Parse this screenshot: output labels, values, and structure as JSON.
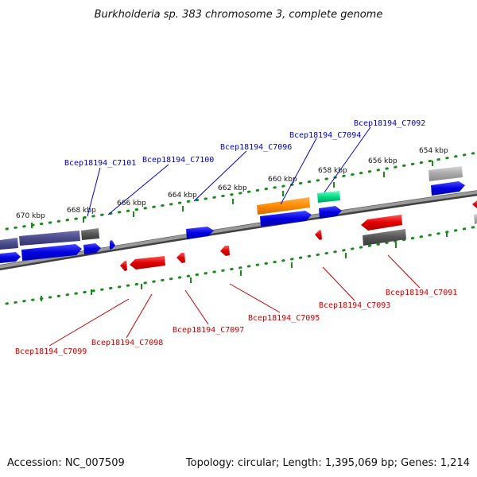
{
  "title": "Burkholderia sp. 383 chromosome 3, complete genome",
  "accession": "Accession: NC_007509",
  "summary": "Topology: circular; Length: 1,395,069 bp; Genes: 1,214",
  "scale_labels": [
    "654 kbp",
    "656 kbp",
    "658 kbp",
    "660 kbp",
    "662 kbp",
    "664 kbp",
    "666 kbp",
    "668 kbp",
    "670 kbp"
  ],
  "gene_labels_forward": [
    "Bcep18194_C7092",
    "Bcep18194_C7094",
    "Bcep18194_C7096",
    "Bcep18194_C7100",
    "Bcep18194_C7101"
  ],
  "gene_labels_reverse": [
    "Bcep18194_C7091",
    "Bcep18194_C7093",
    "Bcep18194_C7095",
    "Bcep18194_C7097",
    "Bcep18194_C7098",
    "Bcep18194_C7099"
  ],
  "colors": {
    "forward_gene": "#0000ee",
    "reverse_gene": "#ee0000",
    "backbone": "#808080",
    "ticks": "#1a8a1a",
    "orange_feature": "#ff8c00",
    "green_feature": "#00dd88",
    "dark_feature": "#4b4b8c"
  }
}
